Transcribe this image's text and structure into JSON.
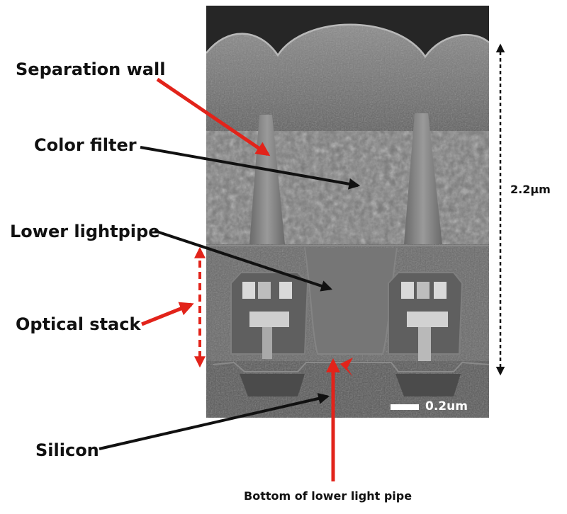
{
  "diagram": {
    "labels": {
      "separation_wall": "Separation wall",
      "color_filter": "Color filter",
      "lower_lightpipe": "Lower lightpipe",
      "optical_stack": "Optical stack",
      "silicon": "Silicon",
      "bottom_of_lower_light_pipe": "Bottom of lower light pipe"
    },
    "dimension_label": "2.2µm",
    "scale_bar_label": "0.2um"
  },
  "colors": {
    "arrow_red": "#e2231a",
    "arrow_black": "#111111",
    "micrograph_base": "#6f6f6f"
  }
}
